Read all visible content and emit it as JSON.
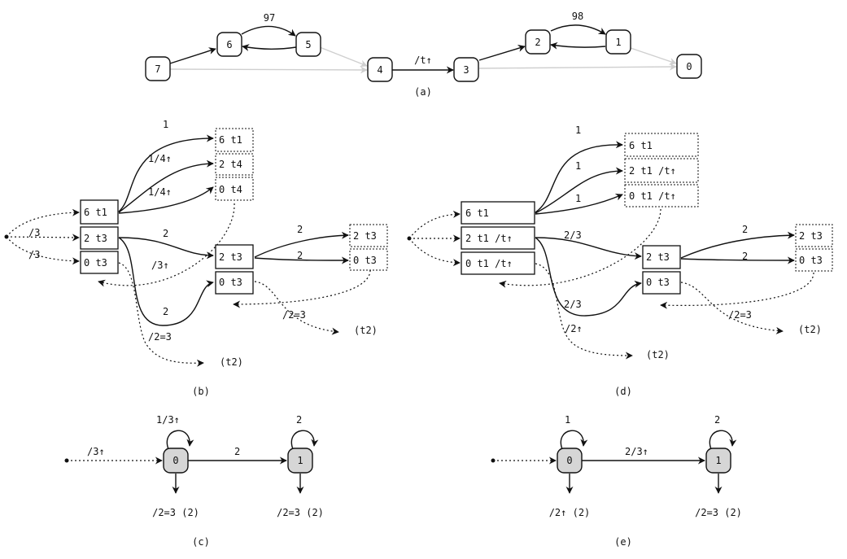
{
  "a": {
    "nodes": [
      "7",
      "6",
      "5",
      "4",
      "3",
      "2",
      "1",
      "0"
    ],
    "edge_labels": [
      "97",
      "/t↑",
      "98"
    ],
    "caption": "(a)"
  },
  "b": {
    "left_boxes": [
      "6 t1",
      "2 t3",
      "0 t3"
    ],
    "right_targets": [
      "6 t1",
      "2 t4",
      "0 t4"
    ],
    "mid_boxes": [
      "2 t3",
      "0 t3"
    ],
    "far_targets": [
      "2 t3",
      "0 t3"
    ],
    "labels": [
      "1",
      "1/4↑",
      "1/4↑",
      "2",
      "/3↑",
      "2",
      "2",
      "2",
      "/3",
      "/3",
      "/2=3",
      "/2=3"
    ],
    "exit1": "(t2)",
    "exit2": "(t2)",
    "caption": "(b)"
  },
  "c": {
    "nodes": [
      "0",
      "1"
    ],
    "labels": [
      "/3↑",
      "1/3↑",
      "2",
      "2"
    ],
    "finals": [
      "/2=3 (2)",
      "/2=3 (2)"
    ],
    "caption": "(c)"
  },
  "d": {
    "left_boxes": [
      "6 t1",
      "2 t1 /t↑",
      "0 t1 /t↑"
    ],
    "right_targets": [
      "6 t1",
      "2 t1 /t↑",
      "0 t1 /t↑"
    ],
    "mid_boxes": [
      "2 t3",
      "0 t3"
    ],
    "far_targets": [
      "2 t3",
      "0 t3"
    ],
    "labels": [
      "1",
      "1",
      "1",
      "2/3",
      "2/3",
      "2",
      "2",
      "/2↑",
      "/2=3"
    ],
    "exit1": "(t2)",
    "exit2": "(t2)",
    "caption": "(d)"
  },
  "e": {
    "nodes": [
      "0",
      "1"
    ],
    "labels": [
      "1",
      "2/3↑",
      "2"
    ],
    "finals": [
      "/2↑ (2)",
      "/2=3 (2)"
    ],
    "caption": "(e)"
  }
}
